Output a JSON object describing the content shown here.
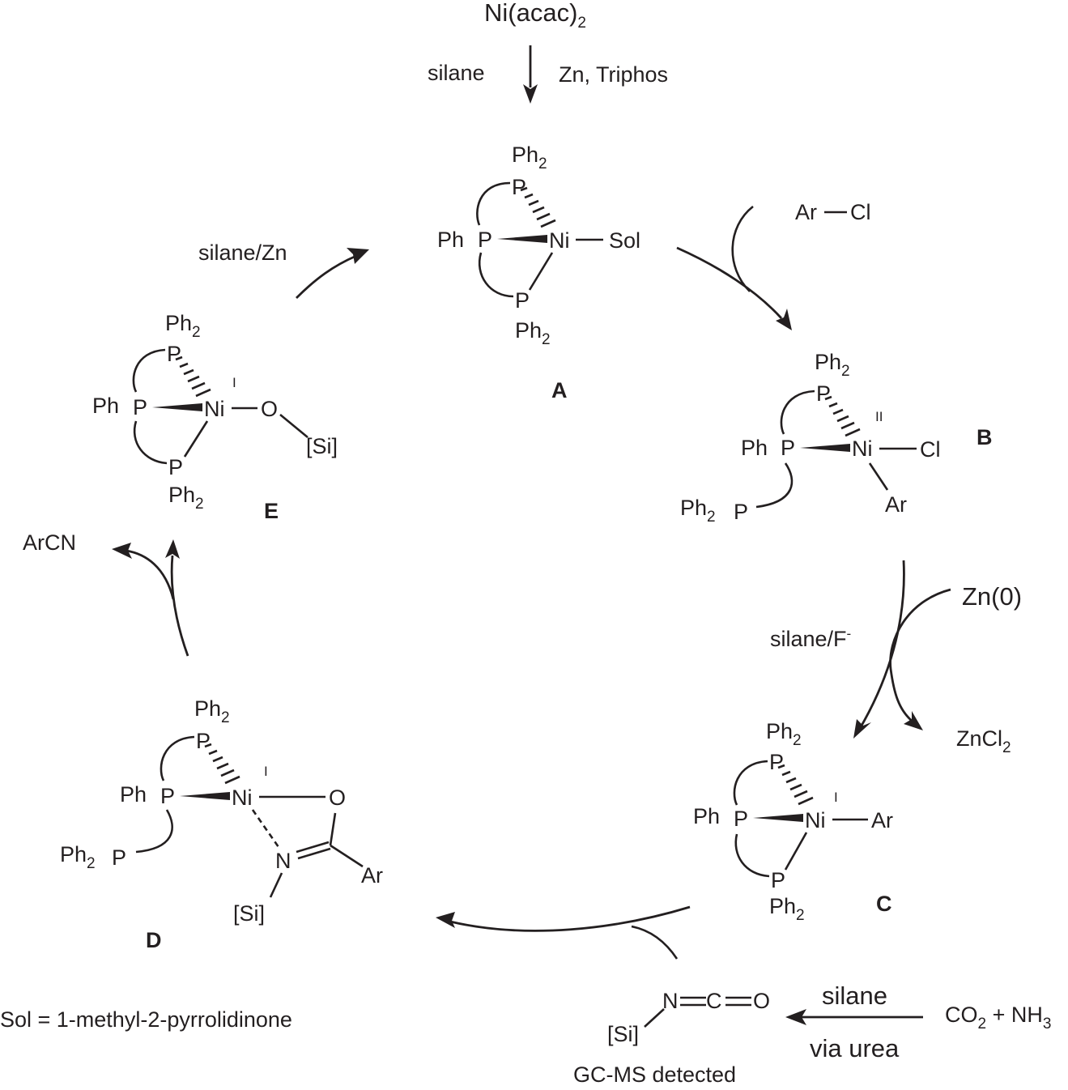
{
  "scheme": {
    "precatalyst": {
      "main": "Ni(acac)",
      "sub": "2"
    },
    "activation": {
      "left": "silane",
      "right": "Zn, Triphos"
    },
    "common": {
      "P": "P",
      "Ph": "Ph",
      "Ph2_main": "Ph",
      "Ph2_sub": "2",
      "Ni": "Ni"
    },
    "A": {
      "label": "A",
      "ligand": "Sol"
    },
    "B": {
      "label": "B",
      "ox": "II",
      "cl": "Cl",
      "ar": "Ar"
    },
    "C": {
      "label": "C",
      "ox": "I",
      "ar": "Ar"
    },
    "D": {
      "label": "D",
      "ox": "I",
      "o": "O",
      "n": "N",
      "si": "[Si]",
      "ar": "Ar"
    },
    "E": {
      "label": "E",
      "ox": "I",
      "o": "O",
      "si": "[Si]"
    },
    "step_AB": {
      "ar": "Ar",
      "cl": "Cl"
    },
    "step_BC": {
      "reagent": "silane/F",
      "reagent_sup": "-",
      "reductant": "Zn(0)",
      "byproduct_main": "ZnCl",
      "byproduct_sub": "2"
    },
    "step_CD": {
      "n": "N",
      "c": "C",
      "o": "O",
      "si": "[Si]",
      "note": "GC-MS detected",
      "above": "silane",
      "below": "via urea",
      "co2": "CO",
      "co2_sub": "2",
      "plus": " + NH",
      "nh3_sub": "3"
    },
    "step_DE": {
      "product": "ArCN"
    },
    "step_EA": {
      "reagent": "silane/Zn"
    },
    "footnote": "Sol = 1-methyl-2-pyrrolidinone"
  }
}
